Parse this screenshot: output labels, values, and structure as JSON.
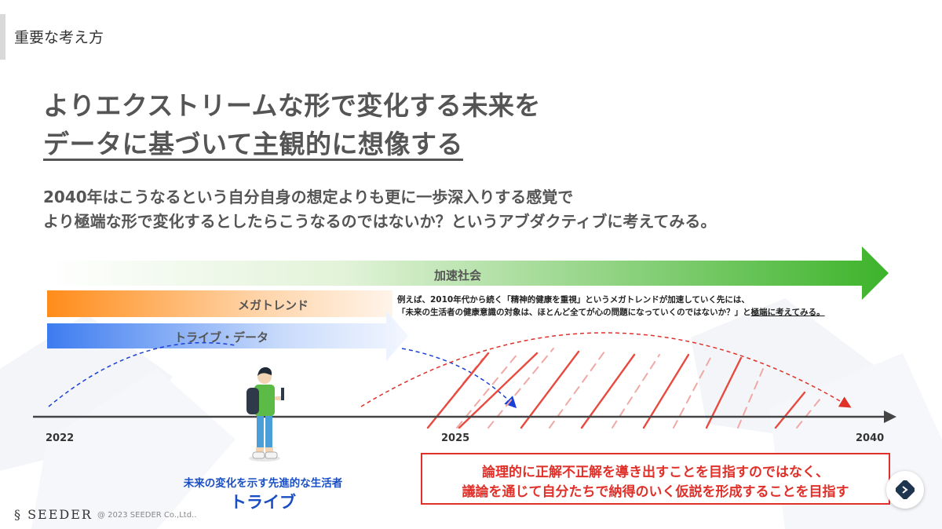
{
  "section_label": "重要な考え方",
  "headline": {
    "line1": "よりエクストリームな形で変化する未来を",
    "line2": "データに基づいて主観的に想像する"
  },
  "subtext": {
    "line1": "2040年はこうなるという自分自身の想定よりも更に一歩深入りする感覚で",
    "line2": "より極端な形で変化するとしたらこうなるのではないか？というアブダクティブに考えてみる。"
  },
  "bands": {
    "society": "加速社会",
    "megatrend": "メガトレンド",
    "tribe_data": "トライブ・データ"
  },
  "example": {
    "line1": "例えば、2010年代から続く「精神的健康を重視」というメガトレンドが加速していく先には、",
    "line2_a": "「未来の生活者の健康意識の対象は、ほとんど全てが心の問題になっていくのではないか？」と",
    "line2_b": "極端に考えてみる。"
  },
  "timeline": {
    "year_start": "2022",
    "year_mid": "2025",
    "year_end": "2040"
  },
  "tribe_caption": {
    "line1": "未来の変化を示す先進的な生活者",
    "name": "トライブ"
  },
  "callout": {
    "line1": "論理的に正解不正解を導き出すことを目指すのではなく、",
    "line2": "議論を通じて自分たちで納得のいく仮説を形成することを目指す"
  },
  "footer": {
    "logo": "SEEDER",
    "copyright": "@ 2023 SEEDER Co.,Ltd.."
  },
  "colors": {
    "society_band_end": "#3db32a",
    "megatrend_band_start": "#ff8c1a",
    "tribe_band_start": "#3d7cf0",
    "callout_red": "#e0302a",
    "tribe_blue": "#1a4fc4"
  }
}
